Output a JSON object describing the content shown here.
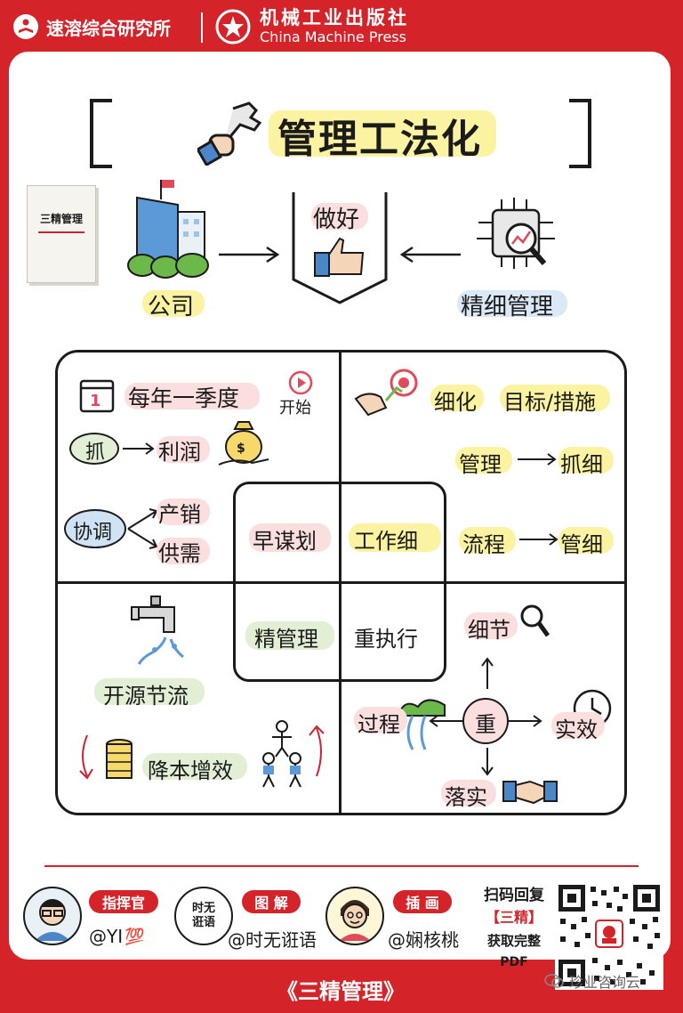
{
  "header": {
    "left_org": "速溶综合研究所",
    "publisher_cn": "机械工业出版社",
    "publisher_en": "China Machine Press"
  },
  "title": "管理工法化",
  "top": {
    "book_cover": "三精管理",
    "company": "公司",
    "do_well": "做好",
    "fine_mgmt": "精细管理"
  },
  "quad_tl": {
    "every_year": "每年一季度",
    "start": "开始",
    "grab": "抓",
    "profit": "利润",
    "coordinate": "协调",
    "prod_sales": "产销",
    "supply_demand": "供需"
  },
  "quad_tr": {
    "refine": "细化",
    "goals": "目标/措施",
    "mgmt": "管理",
    "grab_detail": "抓细",
    "process": "流程",
    "mgmt_detail": "管细"
  },
  "center": {
    "early_plan": "早谋划",
    "work_fine": "工作细",
    "precise_mgmt": "精管理",
    "heavy_exec": "重执行"
  },
  "quad_bl": {
    "open_save": "开源节流",
    "cost_down": "降本增效"
  },
  "quad_br": {
    "detail": "细节",
    "process": "过程",
    "heavy": "重",
    "effect": "实效",
    "implement": "落实"
  },
  "footer": {
    "role1": "指挥官",
    "name1": "@YI",
    "score_emoji": "💯",
    "role2": "图 解",
    "name2": "@时无诳语",
    "avatar2_text": "时无诳语",
    "role3": "插 画",
    "name3": "@娴核桃",
    "scan_line1": "扫码回复",
    "scan_line2": "【三精】",
    "scan_line3": "获取完整",
    "scan_line4": "PDF",
    "book_title": "《三精管理》",
    "watermark": "珍业咨询云"
  },
  "colors": {
    "brand_red": "#d5232a",
    "highlight_yellow": "#fbf3a2",
    "highlight_pink": "#fbdede",
    "highlight_green": "#e3efd5",
    "highlight_blue": "#dbe9f6"
  }
}
